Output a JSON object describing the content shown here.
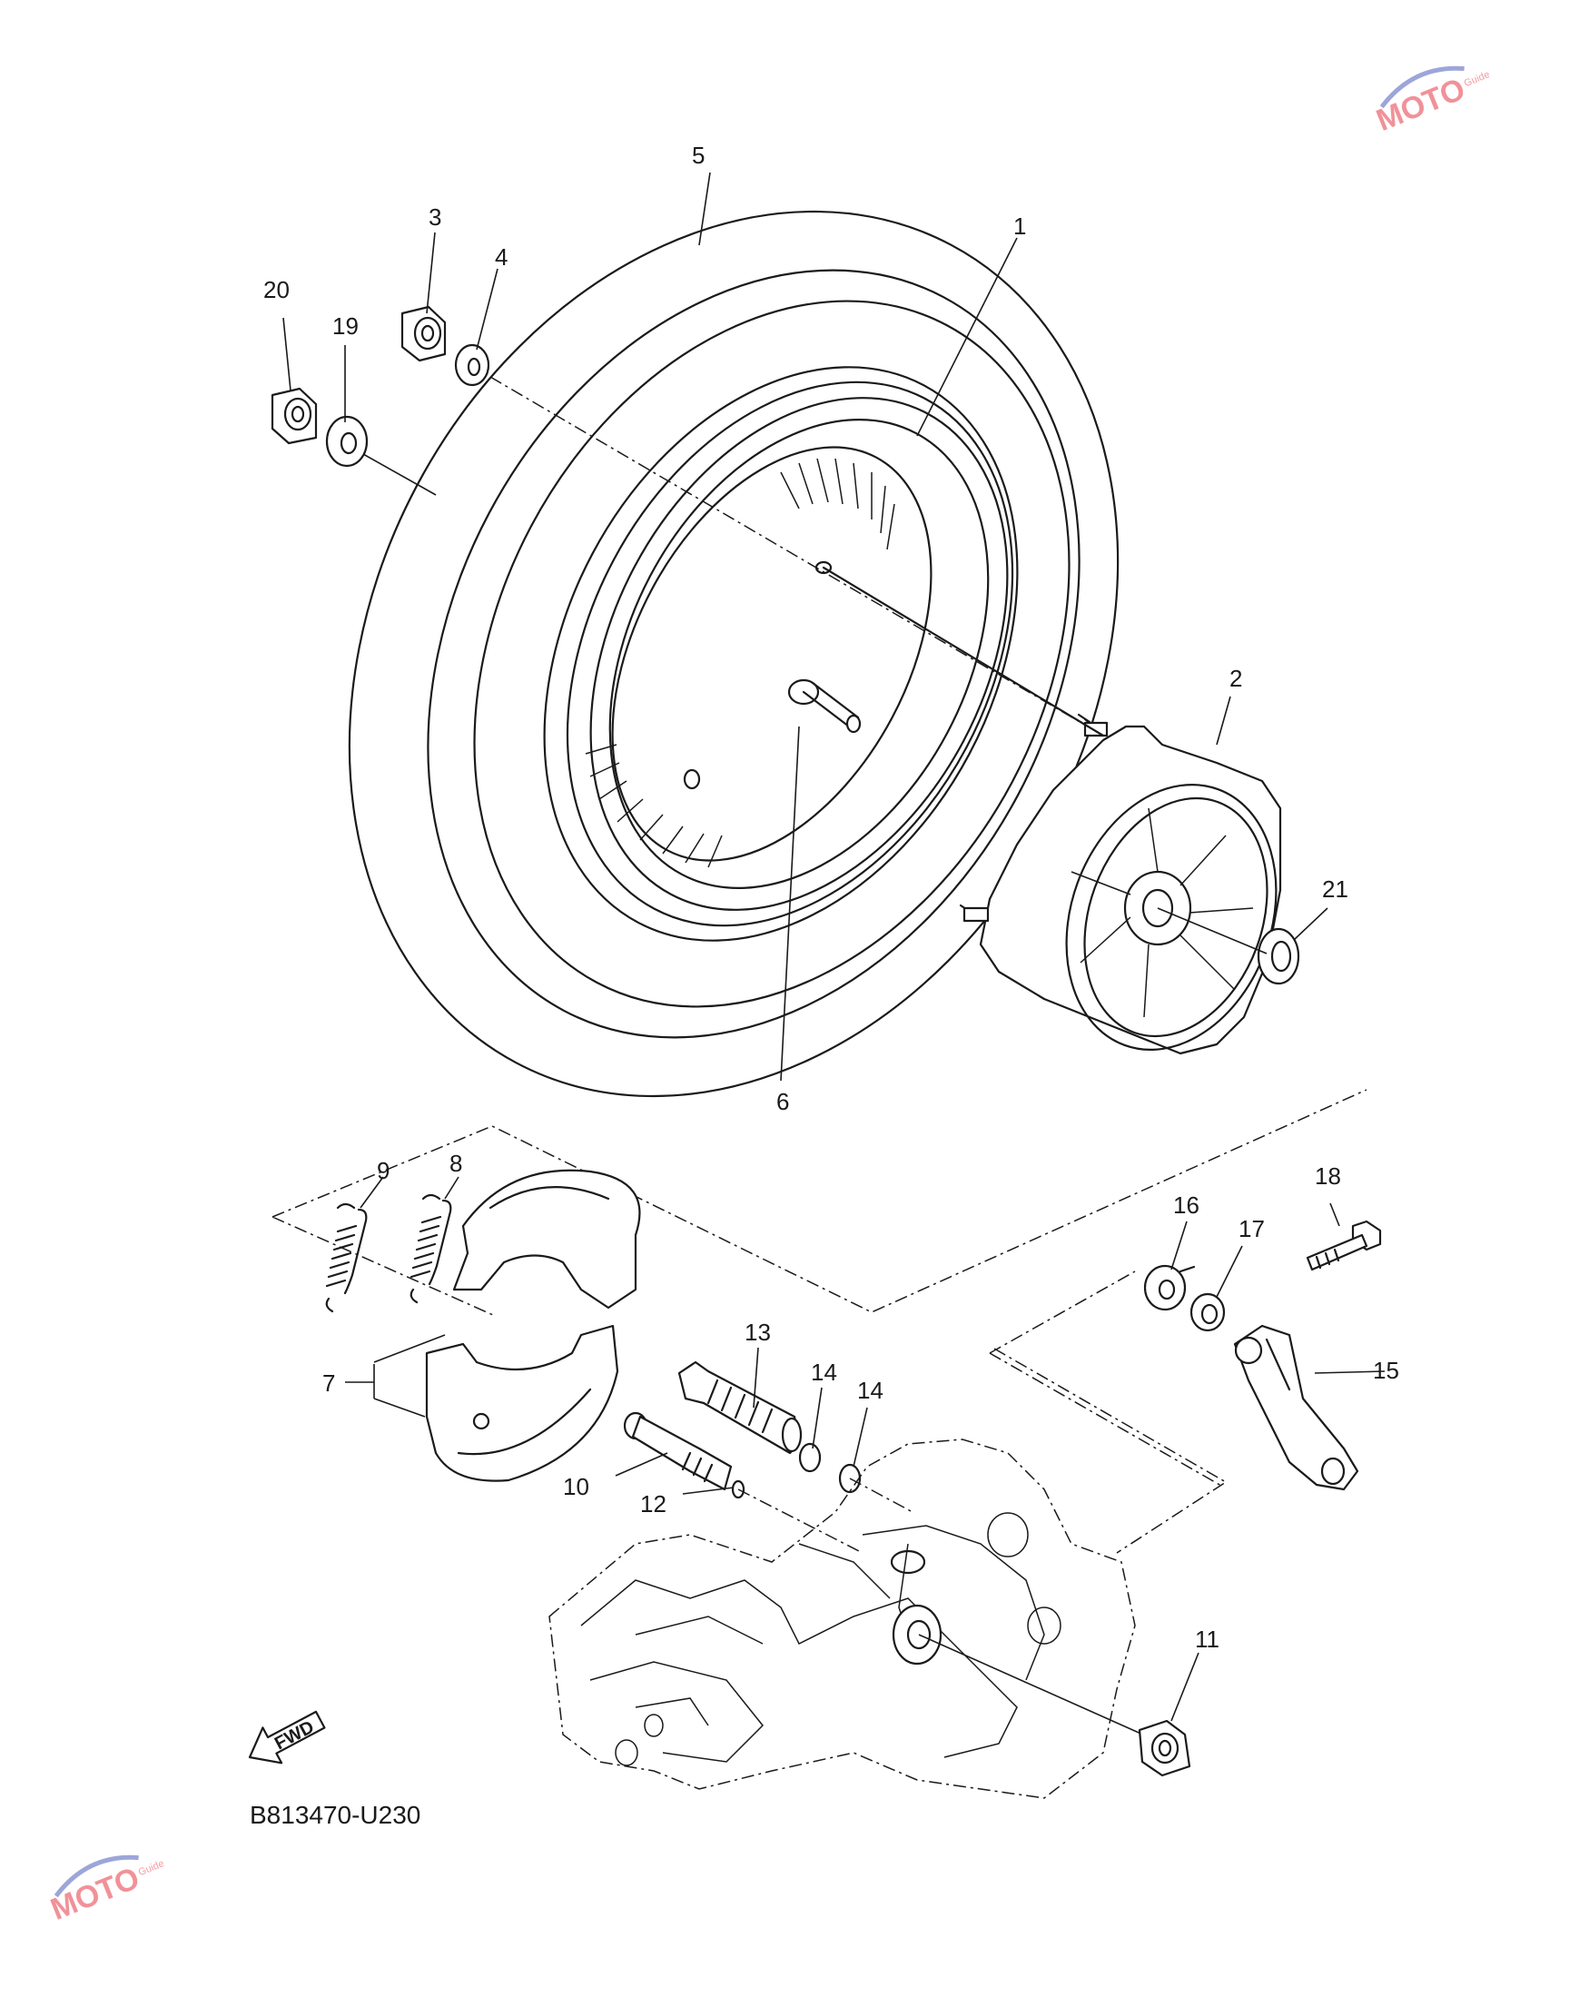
{
  "diagram": {
    "code": "B813470-U230",
    "fwd_label": "FWD",
    "watermark": {
      "brand": "MOTO",
      "sub": "Guide",
      "color_main": "#e63946",
      "color_accent": "#5c6bc0"
    },
    "callouts": [
      {
        "id": "c1",
        "label": "1"
      },
      {
        "id": "c2",
        "label": "2"
      },
      {
        "id": "c3",
        "label": "3"
      },
      {
        "id": "c4",
        "label": "4"
      },
      {
        "id": "c5",
        "label": "5"
      },
      {
        "id": "c6",
        "label": "6"
      },
      {
        "id": "c7",
        "label": "7"
      },
      {
        "id": "c8",
        "label": "8"
      },
      {
        "id": "c9",
        "label": "9"
      },
      {
        "id": "c10",
        "label": "10"
      },
      {
        "id": "c11",
        "label": "11"
      },
      {
        "id": "c12",
        "label": "12"
      },
      {
        "id": "c13",
        "label": "13"
      },
      {
        "id": "c14a",
        "label": "14"
      },
      {
        "id": "c14b",
        "label": "14"
      },
      {
        "id": "c15",
        "label": "15"
      },
      {
        "id": "c16",
        "label": "16"
      },
      {
        "id": "c17",
        "label": "17"
      },
      {
        "id": "c18",
        "label": "18"
      },
      {
        "id": "c19",
        "label": "19"
      },
      {
        "id": "c20",
        "label": "20"
      },
      {
        "id": "c21",
        "label": "21"
      }
    ]
  }
}
